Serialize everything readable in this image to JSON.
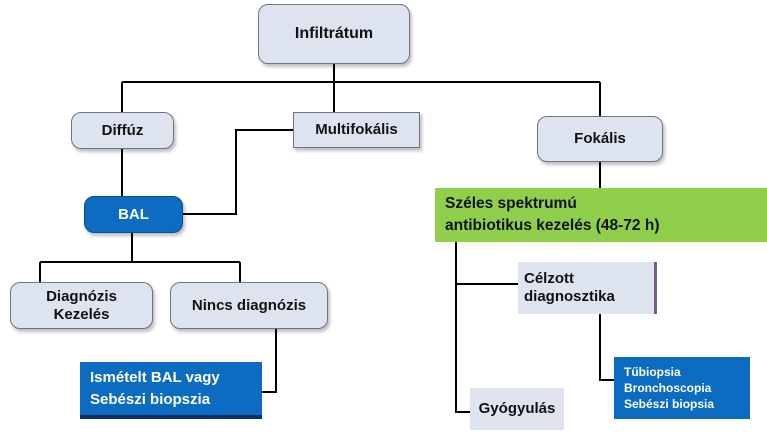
{
  "nodes": {
    "root": "Infiltrátum",
    "diffuz": "Diffúz",
    "multifokalis": "Multifokális",
    "fokalis": "Fokális",
    "bal": "BAL",
    "szeles_line1": "Széles spektrumú",
    "szeles_line2": "antibiotikus kezelés (48-72 h)",
    "diagnozis_line1": "Diagnózis",
    "diagnozis_line2": "Kezelés",
    "nincs": "Nincs diagnózis",
    "celzott_line1": "Célzott",
    "celzott_line2": "diagnosztika",
    "ismetelt_line1": "Ismételt BAL vagy",
    "ismetelt_line2": "Sebészi biopszia",
    "gyogyulas": "Gyógyulás",
    "tubiopszia_line1": "Tűbiopsia",
    "tubiopszia_line2": "Bronchoscopia",
    "tubiopszia_line3": "Sebészi biopsia"
  },
  "colors": {
    "box_fill": "#dde4ef",
    "box_border": "#6d7584",
    "blue": "#0b6cc1",
    "green": "#8fcf4c",
    "connector": "#000000"
  }
}
